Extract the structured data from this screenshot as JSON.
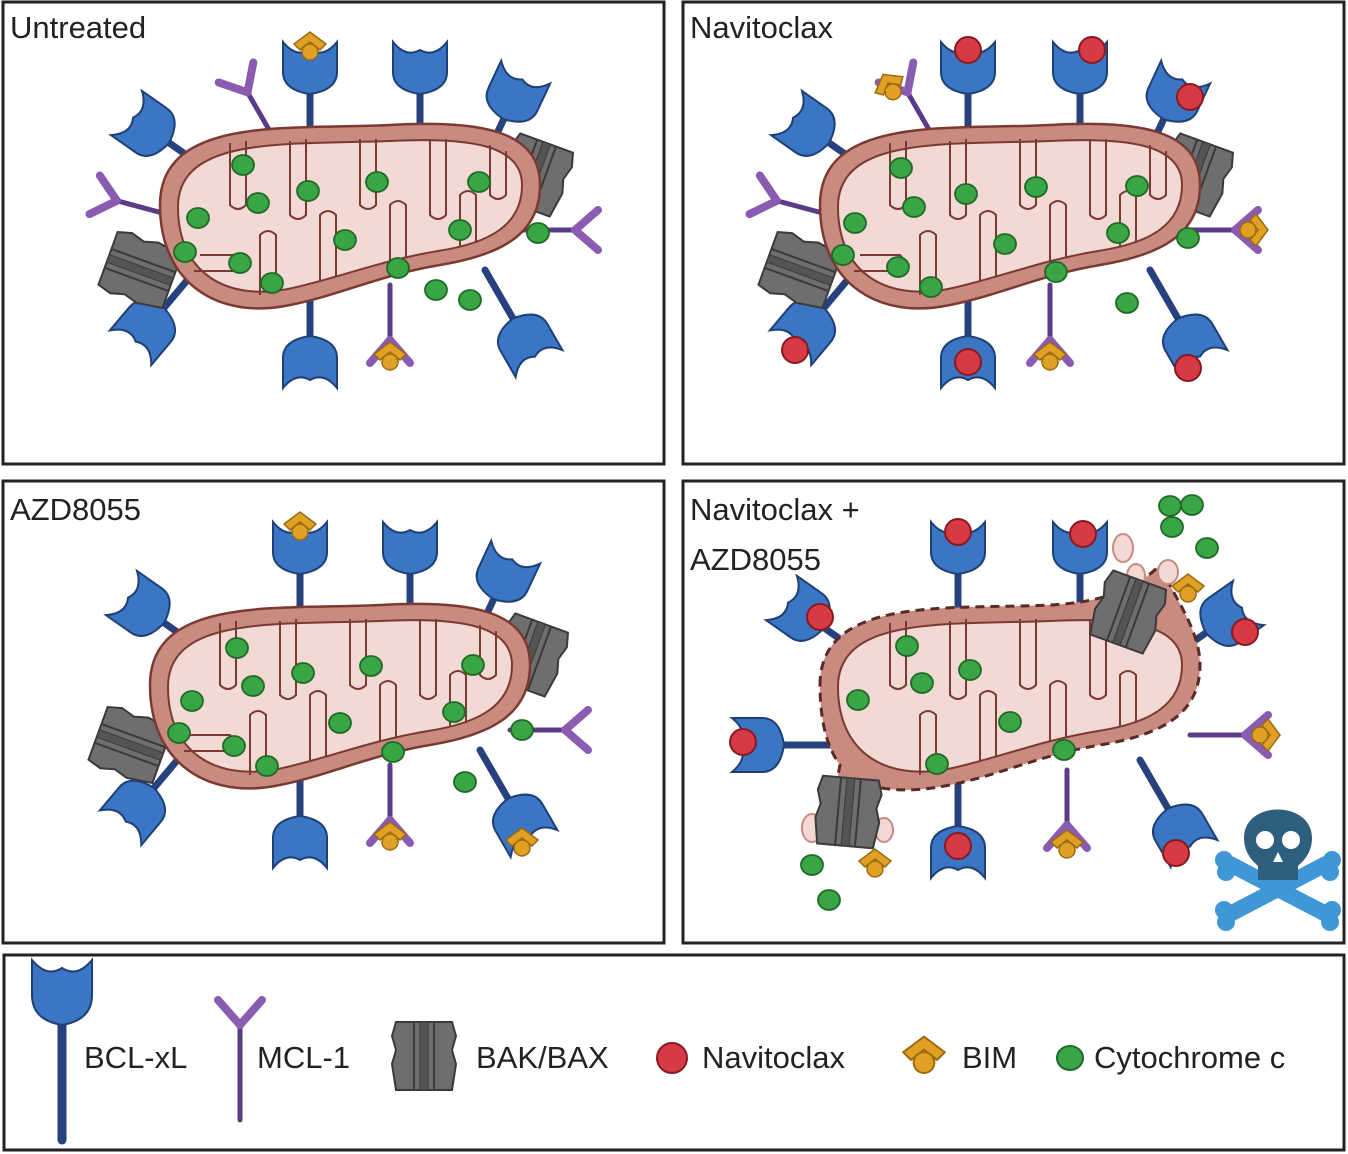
{
  "panels": [
    {
      "id": "untreated",
      "title_lines": [
        "Untreated"
      ]
    },
    {
      "id": "navitoclax",
      "title_lines": [
        "Navitoclax"
      ]
    },
    {
      "id": "azd8055",
      "title_lines": [
        "AZD8055"
      ]
    },
    {
      "id": "combo",
      "title_lines": [
        "Navitoclax +",
        "AZD8055"
      ]
    }
  ],
  "legend": {
    "items": [
      {
        "key": "bcl_xl",
        "label": "BCL-xL"
      },
      {
        "key": "mcl1",
        "label": "MCL-1"
      },
      {
        "key": "bak_bax",
        "label": "BAK/BAX"
      },
      {
        "key": "navitoclax",
        "label": "Navitoclax"
      },
      {
        "key": "bim",
        "label": "BIM"
      },
      {
        "key": "cytochrome_c",
        "label": "Cytochrome c"
      }
    ]
  },
  "colors": {
    "bcl_xl": "#3a76c4",
    "bcl_xl_stem": "#27407e",
    "mcl1": "#8a5bb0",
    "mcl1_stem": "#5a3b88",
    "bak_bax": "#6e6e6e",
    "navitoclax": "#d63a45",
    "bim": "#e0a024",
    "cytochrome_c": "#3aa545",
    "mito_outer": "#c98a80",
    "mito_inner": "#f3d9d4",
    "mito_edge": "#7a3a32",
    "death_skull": "#2f5f7f",
    "death_bones": "#3f97d6"
  },
  "icons": [
    "bcl-xl-icon",
    "mcl-1-icon",
    "bak-bax-icon",
    "navitoclax-icon",
    "bim-icon",
    "cytochrome-c-icon",
    "skull-crossbones-icon"
  ]
}
